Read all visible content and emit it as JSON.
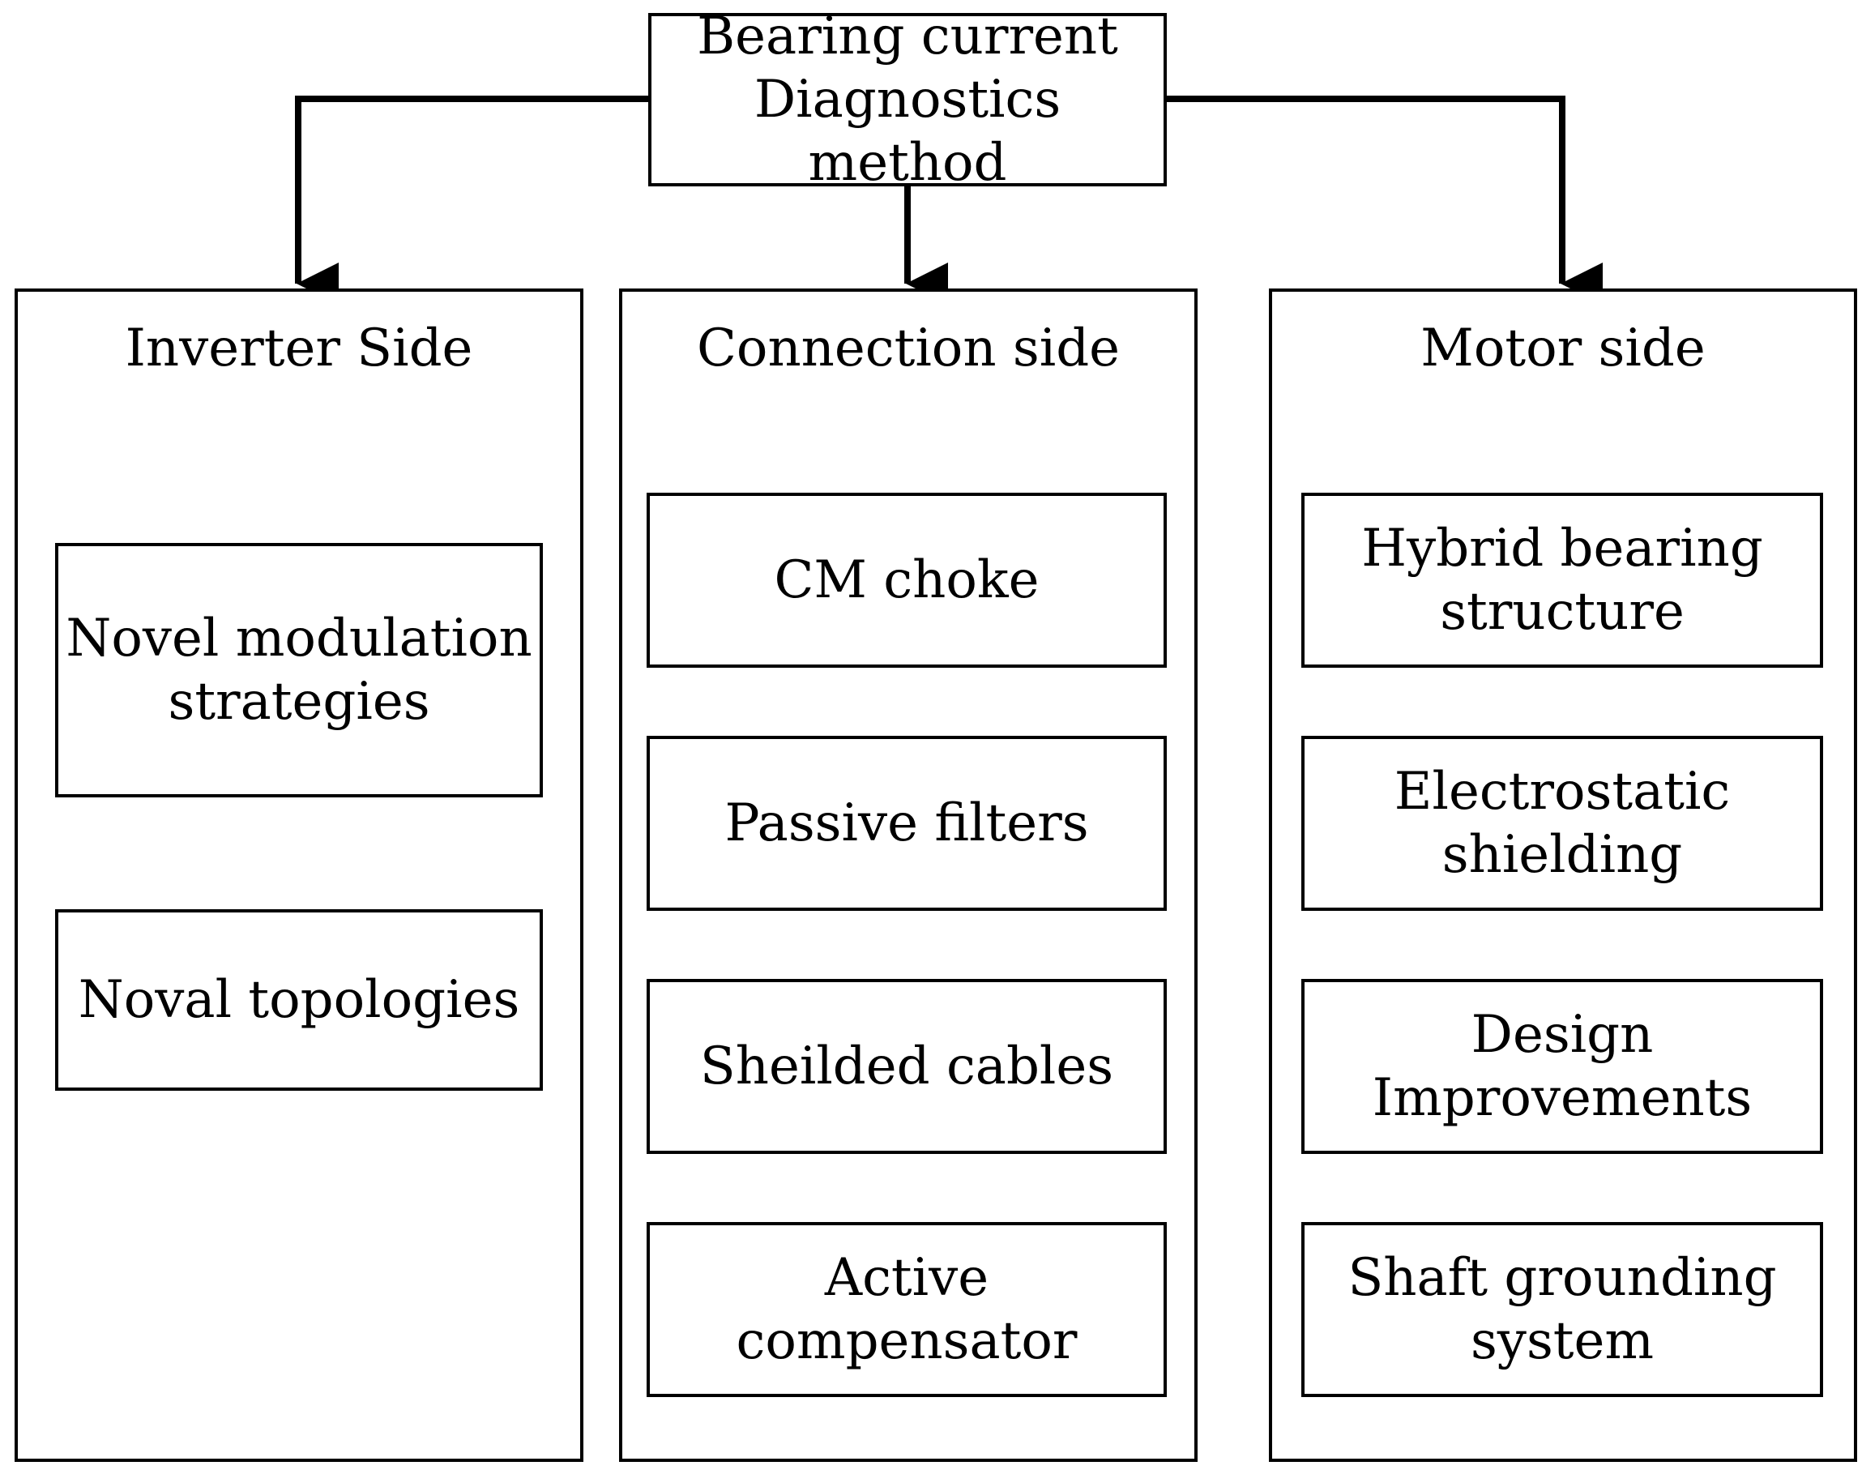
{
  "root": {
    "label": "Bearing current\nDiagnostics method"
  },
  "columns": [
    {
      "title": "Inverter Side",
      "items": [
        "Novel modulation\nstrategies",
        "Noval topologies"
      ]
    },
    {
      "title": "Connection side",
      "items": [
        "CM choke",
        "Passive filters",
        "Sheilded cables",
        "Active\ncompensator"
      ]
    },
    {
      "title": "Motor side",
      "items": [
        "Hybrid bearing\nstructure",
        "Electrostatic\nshielding",
        "Design\nImprovements",
        "Shaft grounding\nsystem"
      ]
    }
  ],
  "colors": {
    "stroke": "#000000",
    "background": "#ffffff"
  }
}
